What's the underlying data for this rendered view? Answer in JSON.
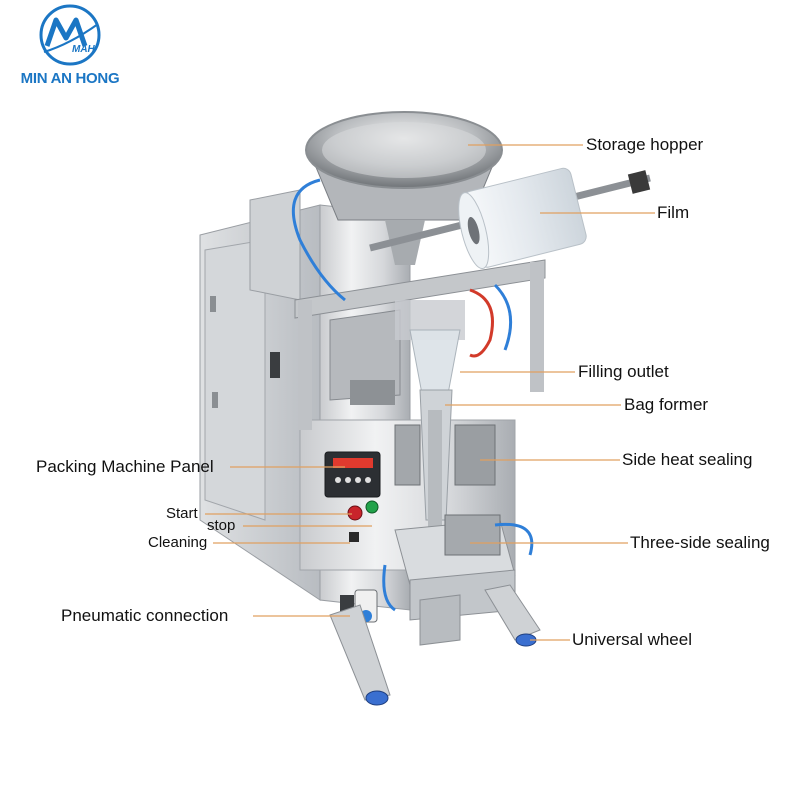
{
  "brand": {
    "name": "MIN AN HONG",
    "monogram": "MAH",
    "color": "#1b76c4"
  },
  "colors": {
    "leader_line": "#e0a060",
    "steel_light": "#e8e9eb",
    "steel_dark": "#8c9095",
    "hose_blue": "#2f7fd8",
    "hose_red": "#d23a2a",
    "wheel_blue": "#3a6fd0"
  },
  "callouts": {
    "storage_hopper": "Storage hopper",
    "film": "Film",
    "filling_outlet": "Filling outlet",
    "bag_former": "Bag former",
    "packing_machine_panel": "Packing Machine Panel",
    "side_heat_sealing": "Side heat sealing",
    "start": "Start",
    "stop": "stop",
    "cleaning": "Cleaning",
    "three_side_sealing": "Three-side sealing",
    "pneumatic_connection": "Pneumatic connection",
    "universal_wheel": "Universal wheel"
  }
}
